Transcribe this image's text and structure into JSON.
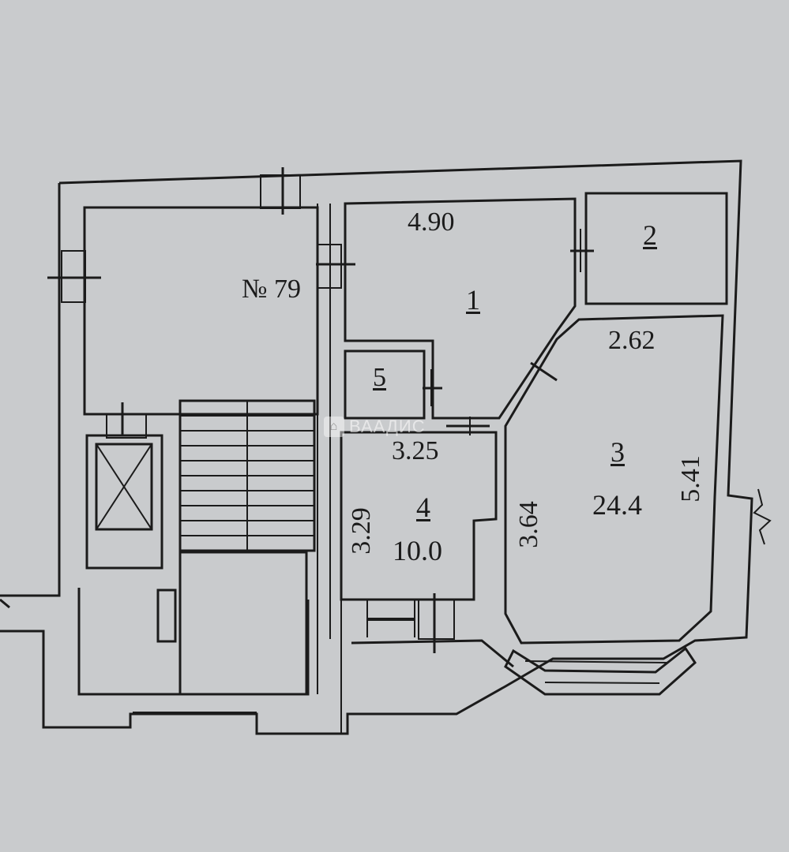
{
  "plan": {
    "apartment_no": "№ 79",
    "rooms": [
      {
        "id": "1",
        "number": "1",
        "area": "",
        "width": "4.90",
        "length": ""
      },
      {
        "id": "2",
        "number": "2",
        "area": "",
        "width": "",
        "length": ""
      },
      {
        "id": "3",
        "number": "3",
        "area": "24.4",
        "width": "2.62",
        "length_left": "3.64",
        "length_right": "5.41"
      },
      {
        "id": "4",
        "number": "4",
        "area": "10.0",
        "width": "3.25",
        "length": "3.29"
      },
      {
        "id": "5",
        "number": "5",
        "area": "",
        "width": "",
        "length": ""
      }
    ],
    "watermark": {
      "text": "ВААДИС",
      "icon": "house-logo-icon"
    },
    "colors": {
      "background": "#c9cbcd",
      "walls": "#1b1b1b"
    }
  }
}
